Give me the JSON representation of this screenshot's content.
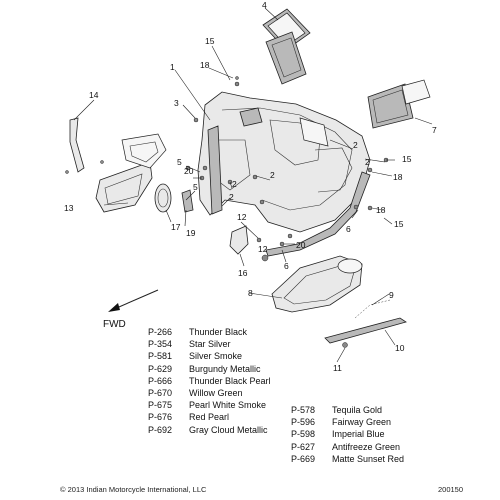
{
  "callouts": [
    "1",
    "2",
    "2",
    "2",
    "2",
    "2",
    "3",
    "4",
    "5",
    "5",
    "6",
    "7",
    "8",
    "9",
    "10",
    "11",
    "12",
    "12",
    "13",
    "14",
    "15",
    "15",
    "15",
    "16",
    "17",
    "18",
    "18",
    "18",
    "19",
    "20",
    "20"
  ],
  "direction_label": "FWD",
  "color_codes_left": [
    {
      "code": "P-266",
      "name": "Thunder Black"
    },
    {
      "code": "P-354",
      "name": "Star Silver"
    },
    {
      "code": "P-581",
      "name": "Silver Smoke"
    },
    {
      "code": "P-629",
      "name": "Burgundy Metallic"
    },
    {
      "code": "P-666",
      "name": "Thunder Black Pearl"
    },
    {
      "code": "P-670",
      "name": "Willow Green"
    },
    {
      "code": "P-675",
      "name": "Pearl White Smoke"
    },
    {
      "code": "P-676",
      "name": "Red Pearl"
    },
    {
      "code": "P-692",
      "name": "Gray Cloud Metallic"
    }
  ],
  "color_codes_right": [
    {
      "code": "P-578",
      "name": "Tequila Gold"
    },
    {
      "code": "P-596",
      "name": "Fairway Green"
    },
    {
      "code": "P-598",
      "name": "Imperial Blue"
    },
    {
      "code": "P-627",
      "name": "Antifreeze Green"
    },
    {
      "code": "P-669",
      "name": "Matte Sunset Red"
    }
  ],
  "copyright": "© 2013 Indian Motorcycle International, LLC",
  "figure_number": "200150"
}
